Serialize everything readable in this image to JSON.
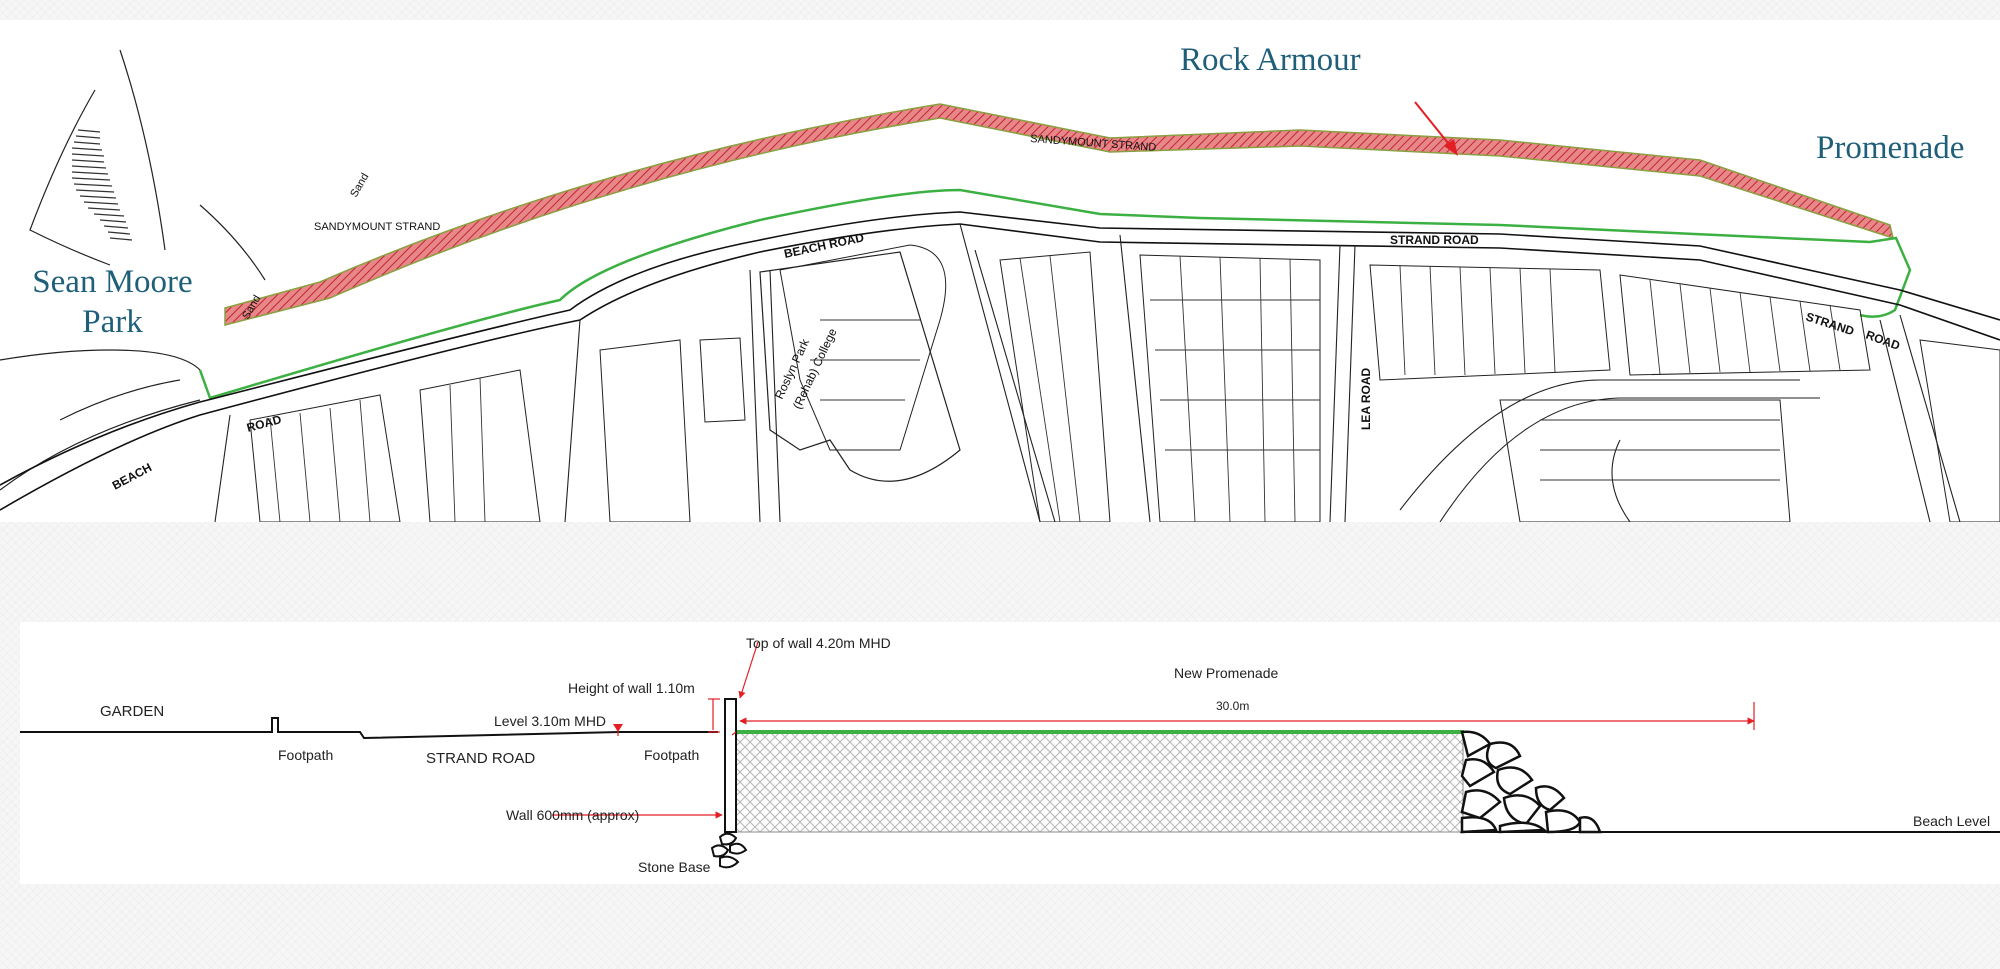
{
  "callouts": {
    "rock_armour": "Rock Armour",
    "promenade": "Promenade",
    "sean_moore_line1": "Sean Moore",
    "sean_moore_line2": "Park"
  },
  "map": {
    "sandymount_strand_top": "SANDYMOUNT STRAND",
    "sandymount_strand_left": "SANDYMOUNT STRAND",
    "sand_1": "Sand",
    "sand_2": "Sand",
    "beach_road_top": "BEACH ROAD",
    "beach_road_bottom": "BEACH",
    "road_lower": "ROAD",
    "strand_road_mid": "STRAND ROAD",
    "strand_road_right": "STRAND",
    "road_right": "ROAD",
    "roslyn_park": "Roslyn Park",
    "rehab_college": "(Rehab) College",
    "lea_road": "LEA ROAD"
  },
  "section": {
    "garden": "GARDEN",
    "footpath_left": "Footpath",
    "strand_road": "STRAND ROAD",
    "level": "Level 3.10m MHD",
    "footpath_right": "Footpath",
    "height_of_wall": "Height of wall 1.10m",
    "top_of_wall": "Top of wall 4.20m MHD",
    "new_promenade": "New Promenade",
    "width": "30.0m",
    "wall_thickness": "Wall 600mm (approx)",
    "stone_base": "Stone Base",
    "beach_level": "Beach Level"
  },
  "colors": {
    "callout_text": "#1f5f7a",
    "rock_armour_fill": "#d9534f",
    "promenade_line": "#3cb043",
    "dimension_line": "#e31e24"
  }
}
